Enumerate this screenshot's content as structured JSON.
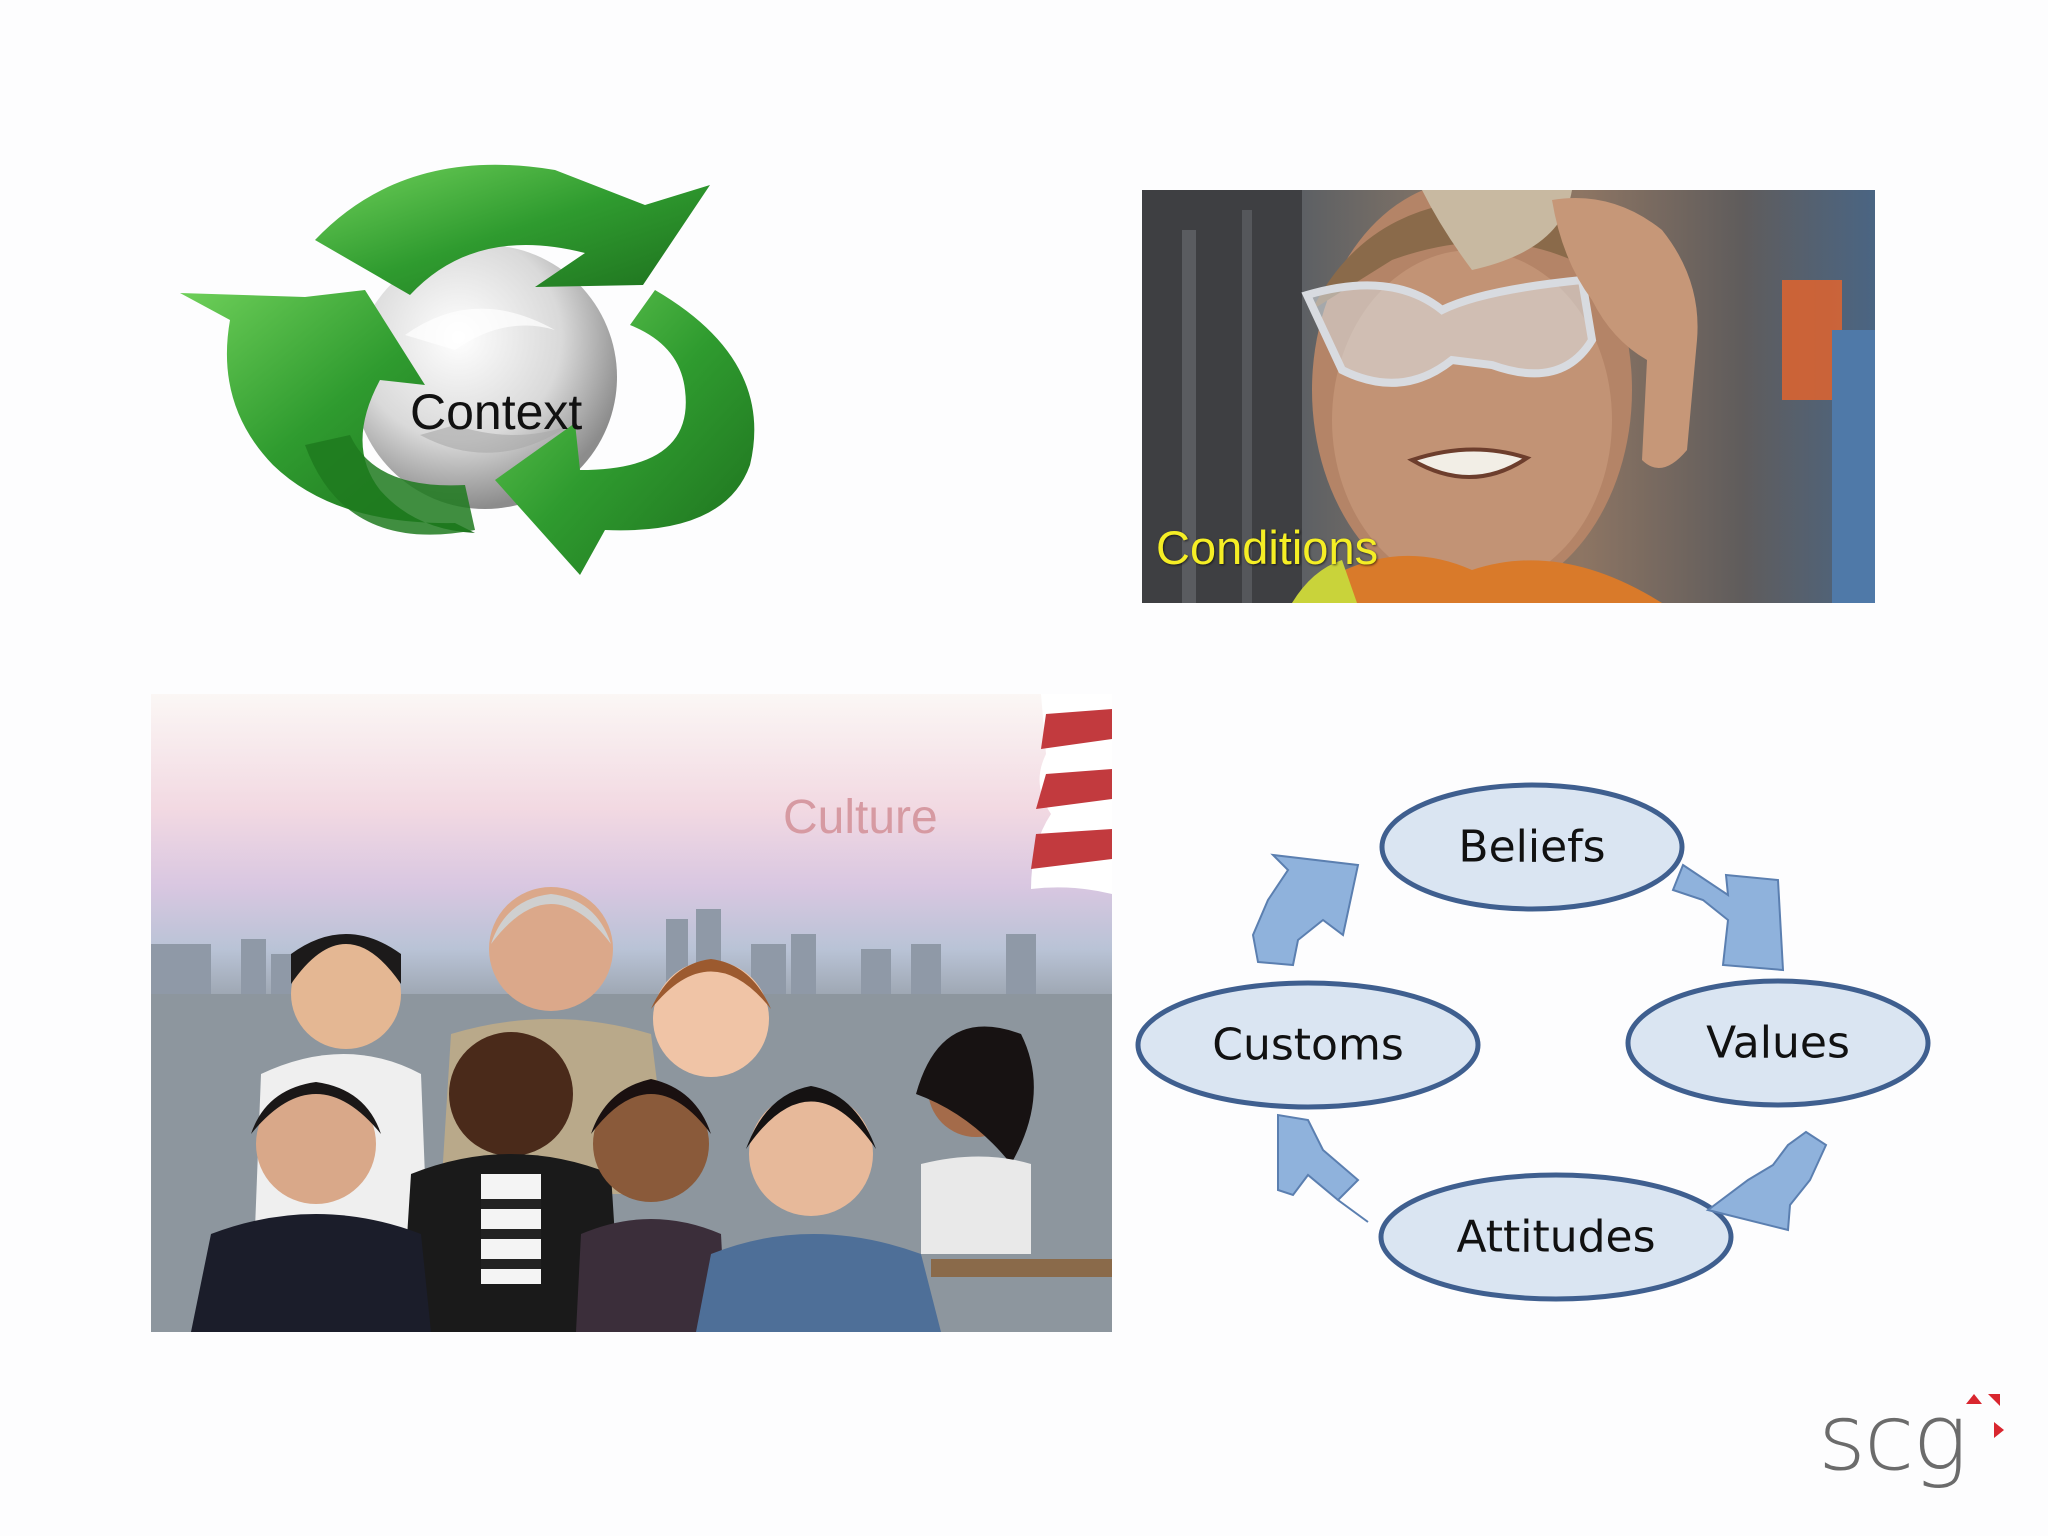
{
  "quadrants": {
    "context": {
      "label": "Context"
    },
    "conditions": {
      "label": "Conditions"
    },
    "culture": {
      "label": "Culture"
    },
    "cycle": {
      "beliefs": "Beliefs",
      "values": "Values",
      "attitudes": "Attitudes",
      "customs": "Customs"
    }
  },
  "logo": {
    "text": "scg"
  },
  "colors": {
    "recycle_green": "#3aa33a",
    "conditions_text": "#f5ee25",
    "culture_text": "#d69aa2",
    "ellipse_fill": "#dae5f2",
    "ellipse_stroke": "#3f5f8f",
    "arrow_fill": "#8fb2dc",
    "logo_accent": "#d9262f"
  }
}
